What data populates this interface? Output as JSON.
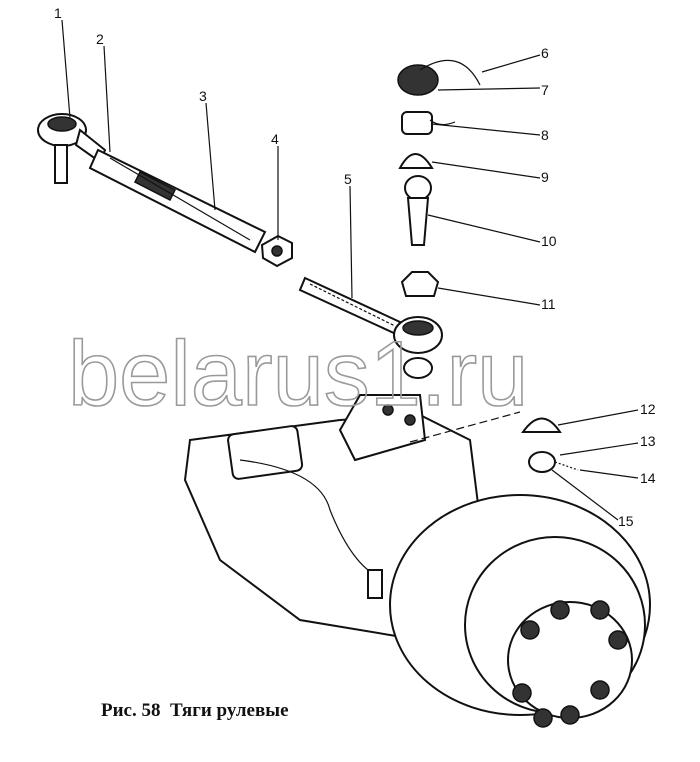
{
  "figure": {
    "caption": "Рис. 58  Тяги рулевые",
    "watermark": "belarus1.ru",
    "callouts": [
      "1",
      "2",
      "3",
      "4",
      "5",
      "6",
      "7",
      "8",
      "9",
      "10",
      "11",
      "12",
      "13",
      "14",
      "15"
    ]
  }
}
